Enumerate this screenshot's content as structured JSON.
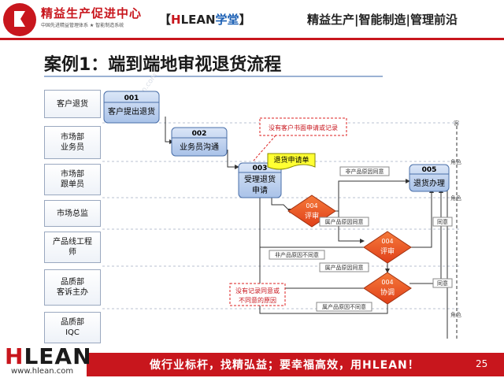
{
  "header": {
    "company_name": "精益生产促进中心",
    "company_tagline": "中国先进精益管理体系 ★ 智能制造系统",
    "brand_left": "【",
    "brand_h": "H",
    "brand_lean": "LEAN",
    "brand_xuetang": "学堂",
    "brand_right": "】",
    "slogan": "精益生产|智能制造|管理前沿",
    "colors": {
      "accent": "#c8161d",
      "blue": "#1a5fb4"
    }
  },
  "title": "案例1：端到端地审视退货流程",
  "lanes": [
    {
      "label": "客户退货"
    },
    {
      "label": "市场部\n业务员"
    },
    {
      "label": "市场部\n跟单员"
    },
    {
      "label": "市场总监"
    },
    {
      "label": "产品线工程\n师"
    },
    {
      "label": "品质部\n客诉主办"
    },
    {
      "label": "品质部\nIQC"
    }
  ],
  "process_boxes": [
    {
      "id": "001",
      "text": "客户提出退货"
    },
    {
      "id": "002",
      "text": "业务员沟通"
    },
    {
      "id": "003",
      "text": "受理退货\n申请"
    },
    {
      "id": "005",
      "text": "退货办理"
    }
  ],
  "decisions": [
    {
      "id": "004",
      "text": "评审"
    },
    {
      "id": "004",
      "text": "评审"
    },
    {
      "id": "004",
      "text": "协调"
    }
  ],
  "document": {
    "text": "退货申请单"
  },
  "annotations": [
    {
      "text": "没有客户书面申请或记录"
    },
    {
      "text": "没有记录同意或\n不同意的原因"
    }
  ],
  "flow_labels": [
    "非产品原因同意",
    "属产品原因同意",
    "非产品原因不同意",
    "属产品原因同意",
    "属产品原因不同意",
    "同意",
    "同意"
  ],
  "edge_labels": [
    "客",
    "角色",
    "角色",
    "角色"
  ],
  "watermark": "www.hlean.com",
  "footer": {
    "logo_h": "H",
    "logo_rest": "LEAN",
    "url": "www.hlean.com",
    "slogan": "做行业标杆，找精弘益；要幸福高效，用HLEAN！",
    "page": "25"
  }
}
